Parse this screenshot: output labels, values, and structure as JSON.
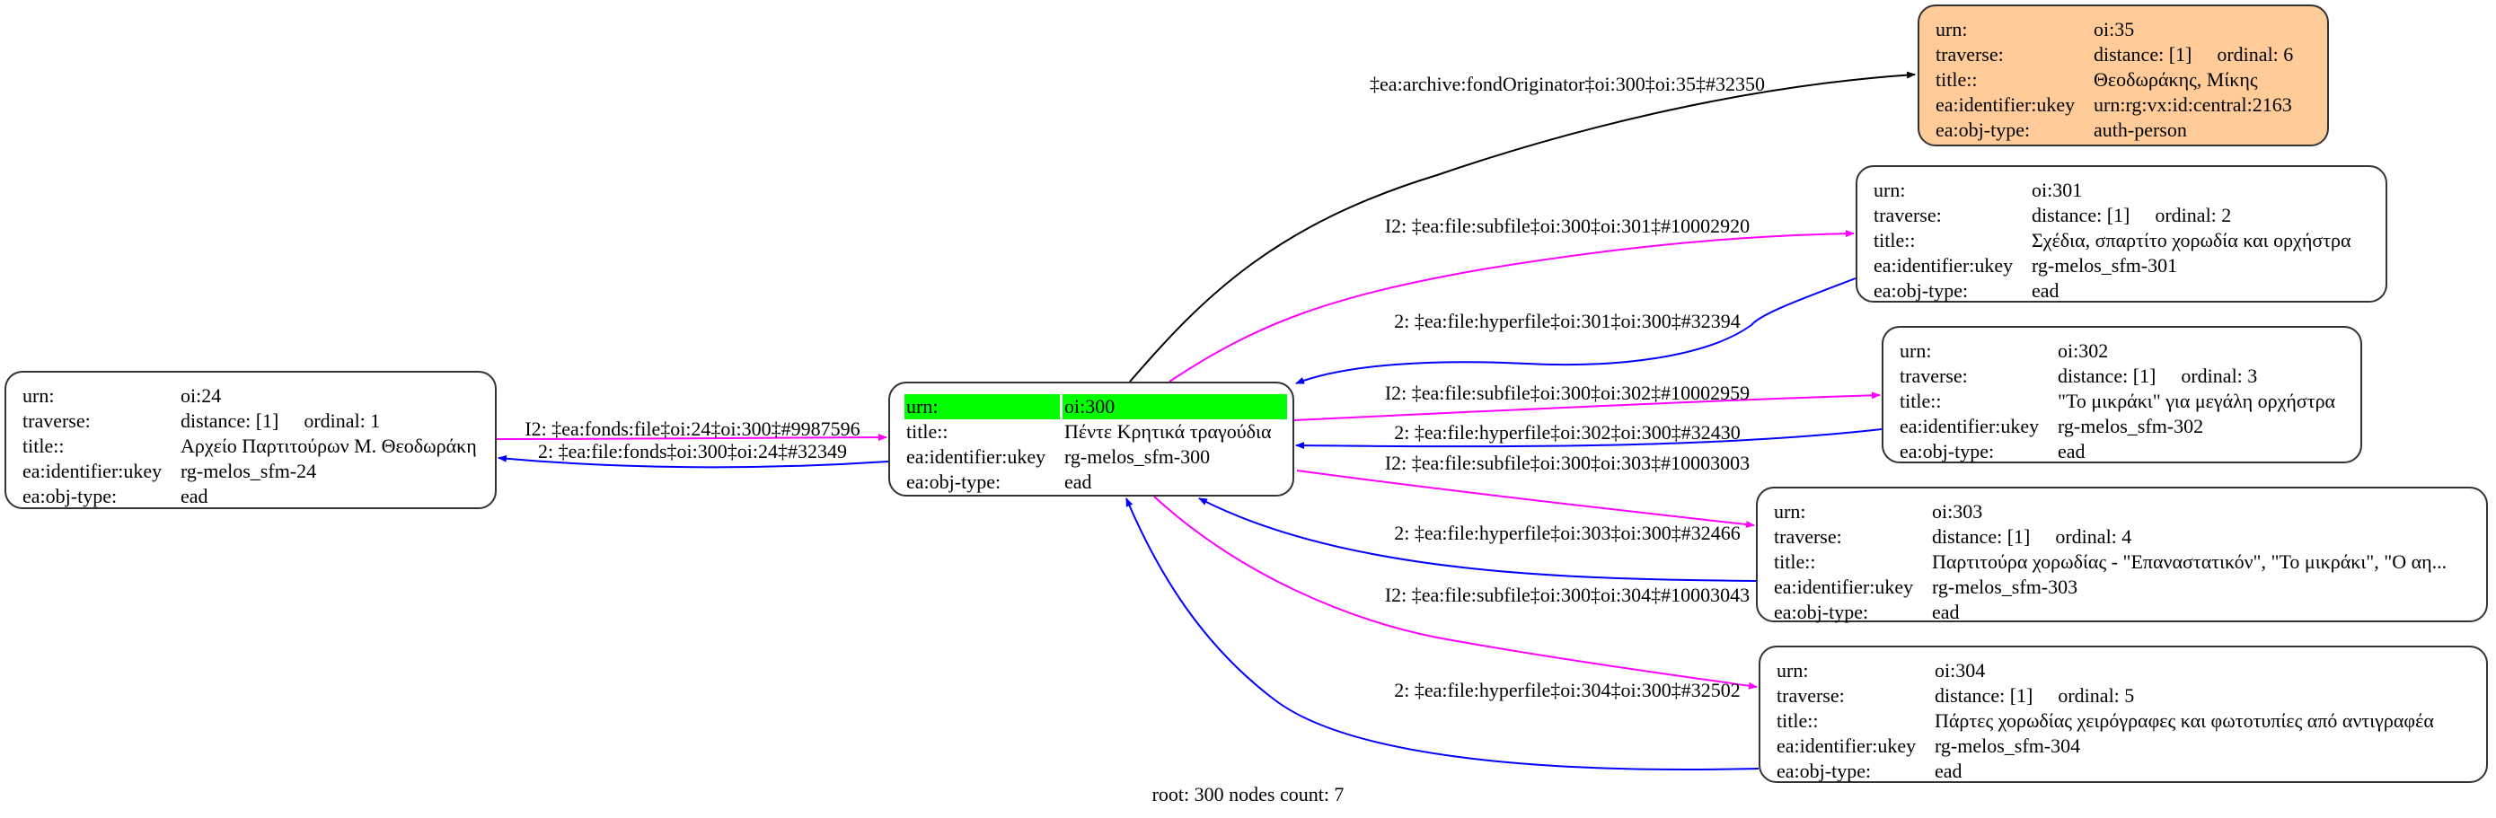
{
  "nodes": [
    {
      "id": "n35",
      "name": "node-oi-35",
      "rows": [
        {
          "label": "urn:",
          "value": "oi:35"
        },
        {
          "label": "traverse:",
          "distance": "distance: [1]",
          "ordinal": "ordinal: 6"
        },
        {
          "label": "title::",
          "value": "Θεοδωράκης, Μίκης"
        },
        {
          "label": "ea:identifier:ukey",
          "value": "urn:rg:vx:id:central:2163"
        },
        {
          "label": "ea:obj-type:",
          "value": "auth-person"
        }
      ]
    },
    {
      "id": "n301",
      "name": "node-oi-301",
      "rows": [
        {
          "label": "urn:",
          "value": "oi:301"
        },
        {
          "label": "traverse:",
          "distance": "distance: [1]",
          "ordinal": "ordinal: 2"
        },
        {
          "label": "title::",
          "value": "Σχέδια, σπαρτίτο χορωδία και ορχήστρα"
        },
        {
          "label": "ea:identifier:ukey",
          "value": "rg-melos_sfm-301"
        },
        {
          "label": "ea:obj-type:",
          "value": "ead"
        }
      ]
    },
    {
      "id": "n302",
      "name": "node-oi-302",
      "rows": [
        {
          "label": "urn:",
          "value": "oi:302"
        },
        {
          "label": "traverse:",
          "distance": "distance: [1]",
          "ordinal": "ordinal: 3"
        },
        {
          "label": "title::",
          "value": "\"Το μικράκι\" για μεγάλη ορχήστρα"
        },
        {
          "label": "ea:identifier:ukey",
          "value": "rg-melos_sfm-302"
        },
        {
          "label": "ea:obj-type:",
          "value": "ead"
        }
      ]
    },
    {
      "id": "n303",
      "name": "node-oi-303",
      "rows": [
        {
          "label": "urn:",
          "value": "oi:303"
        },
        {
          "label": "traverse:",
          "distance": "distance: [1]",
          "ordinal": "ordinal: 4"
        },
        {
          "label": "title::",
          "value": "Παρτιτούρα χορωδίας - \"Επαναστατικόν\", \"Το μικράκι\", \"Ο αη..."
        },
        {
          "label": "ea:identifier:ukey",
          "value": "rg-melos_sfm-303"
        },
        {
          "label": "ea:obj-type:",
          "value": "ead"
        }
      ]
    },
    {
      "id": "n304",
      "name": "node-oi-304",
      "rows": [
        {
          "label": "urn:",
          "value": "oi:304"
        },
        {
          "label": "traverse:",
          "distance": "distance: [1]",
          "ordinal": "ordinal: 5"
        },
        {
          "label": "title::",
          "value": "Πάρτες χορωδίας χειρόγραφες και φωτοτυπίες από αντιγραφέα"
        },
        {
          "label": "ea:identifier:ukey",
          "value": "rg-melos_sfm-304"
        },
        {
          "label": "ea:obj-type:",
          "value": "ead"
        }
      ]
    },
    {
      "id": "n24",
      "name": "node-oi-24",
      "rows": [
        {
          "label": "urn:",
          "value": "oi:24"
        },
        {
          "label": "traverse:",
          "distance": "distance: [1]",
          "ordinal": "ordinal: 1"
        },
        {
          "label": "title::",
          "value": "Αρχείο Παρτιτούρων Μ. Θεοδωράκη"
        },
        {
          "label": "ea:identifier:ukey",
          "value": "rg-melos_sfm-24"
        },
        {
          "label": "ea:obj-type:",
          "value": "ead"
        }
      ]
    },
    {
      "id": "n300",
      "name": "node-oi-300-root",
      "highlight_color": "#00ff00",
      "rows": [
        {
          "label": "urn:",
          "value": "oi:300",
          "highlight": true
        },
        {
          "label": "title::",
          "value": "Πέντε Κρητικά τραγούδια"
        },
        {
          "label": "ea:identifier:ukey",
          "value": "rg-melos_sfm-300"
        },
        {
          "label": "ea:obj-type:",
          "value": "ead"
        }
      ]
    }
  ],
  "edges": [
    {
      "label": "‡ea:archive:fondOriginator‡oi:300‡oi:35‡#32350",
      "color": "#000000"
    },
    {
      "label": "I2: ‡ea:file:subfile‡oi:300‡oi:301‡#10002920",
      "color": "#ff00ff"
    },
    {
      "label": "2: ‡ea:file:hyperfile‡oi:301‡oi:300‡#32394",
      "color": "#0000ff"
    },
    {
      "label": "I2: ‡ea:file:subfile‡oi:300‡oi:302‡#10002959",
      "color": "#ff00ff"
    },
    {
      "label": "2: ‡ea:file:hyperfile‡oi:302‡oi:300‡#32430",
      "color": "#0000ff"
    },
    {
      "label": "I2: ‡ea:file:subfile‡oi:300‡oi:303‡#10003003",
      "color": "#ff00ff"
    },
    {
      "label": "2: ‡ea:file:hyperfile‡oi:303‡oi:300‡#32466",
      "color": "#0000ff"
    },
    {
      "label": "I2: ‡ea:file:subfile‡oi:300‡oi:304‡#10003043",
      "color": "#ff00ff"
    },
    {
      "label": "2: ‡ea:file:hyperfile‡oi:304‡oi:300‡#32502",
      "color": "#0000ff"
    },
    {
      "label": "I2: ‡ea:fonds:file‡oi:24‡oi:300‡#9987596",
      "color": "#ff00ff"
    },
    {
      "label": "2: ‡ea:file:fonds‡oi:300‡oi:24‡#32349",
      "color": "#0000ff"
    }
  ],
  "footer": "root: 300 nodes count: 7"
}
